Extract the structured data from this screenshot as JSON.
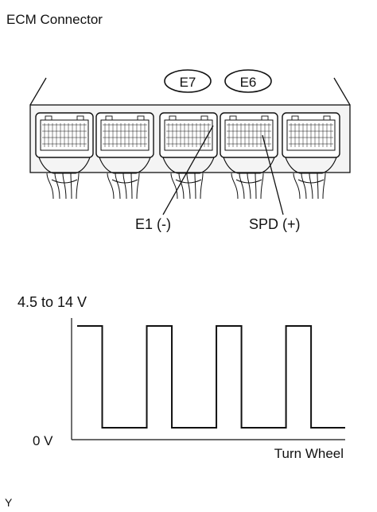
{
  "diagram": {
    "title": "ECM Connector",
    "connector_tags": [
      "E7",
      "E6"
    ],
    "pin_labels": {
      "negative": "E1 (-)",
      "positive": "SPD (+)"
    }
  },
  "waveform": {
    "high_label": "4.5 to 14 V",
    "low_label": "0 V",
    "x_caption": "Turn Wheel",
    "pulse_count": 4
  },
  "footer": {
    "code": "Y"
  },
  "colors": {
    "line": "#111111",
    "connector_fill": "#f4f4f4",
    "pin_fill": "#ffffff",
    "background": "#ffffff"
  }
}
